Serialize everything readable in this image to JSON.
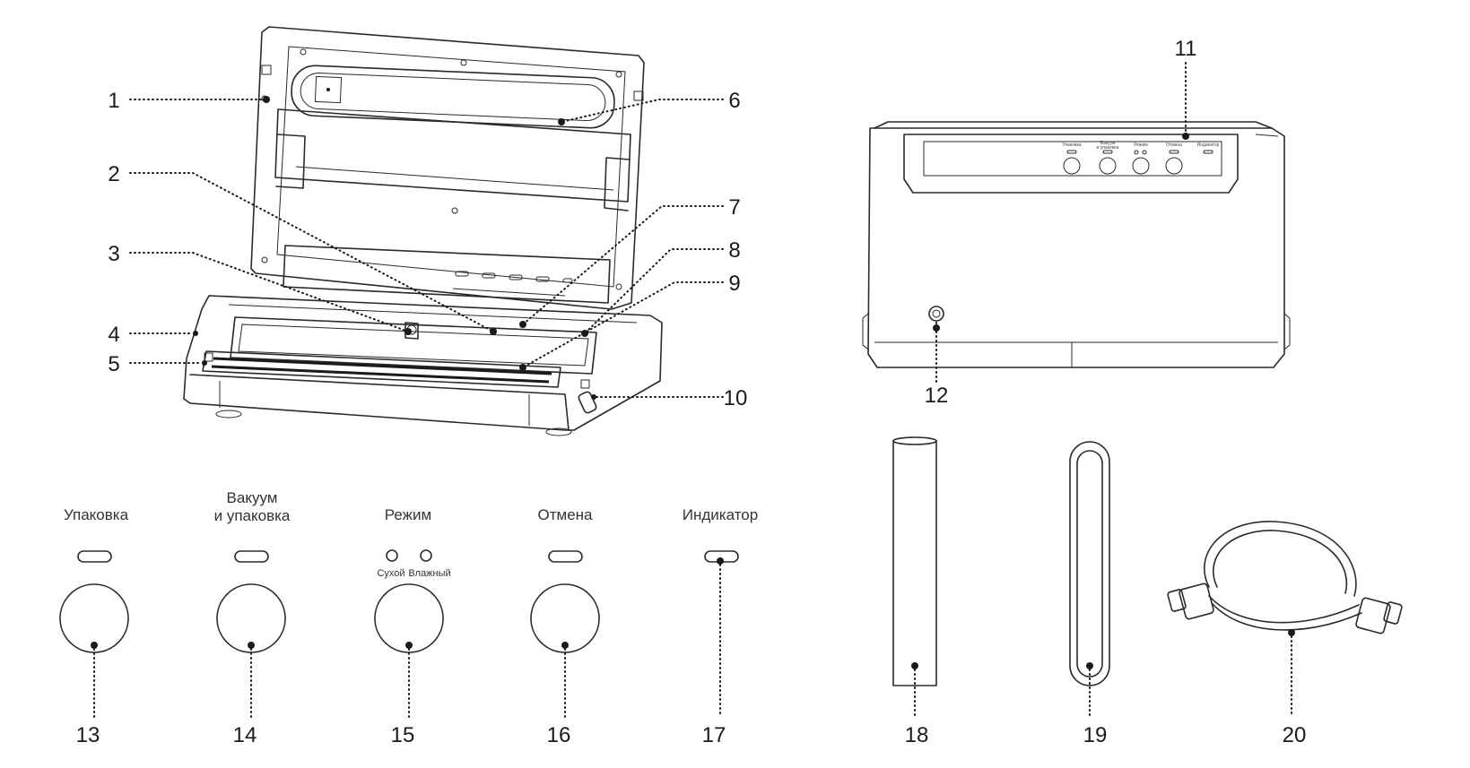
{
  "callouts": {
    "c1": "1",
    "c2": "2",
    "c3": "3",
    "c4": "4",
    "c5": "5",
    "c6": "6",
    "c7": "7",
    "c8": "8",
    "c9": "9",
    "c10": "10",
    "c11": "11",
    "c12": "12",
    "c13": "13",
    "c14": "14",
    "c15": "15",
    "c16": "16",
    "c17": "17",
    "c18": "18",
    "c19": "19",
    "c20": "20"
  },
  "panel": {
    "seal": "Упаковка",
    "vacuum_seal_line1": "Вакуум",
    "vacuum_seal_line2": "и упаковка",
    "mode": "Режим",
    "mode_dry": "Сухой",
    "mode_moist": "Влажный",
    "cancel": "Отмена",
    "indicator": "Индикатор"
  },
  "colors": {
    "line": "#2a2a2a",
    "text": "#1a1a1a",
    "background": "#ffffff"
  }
}
